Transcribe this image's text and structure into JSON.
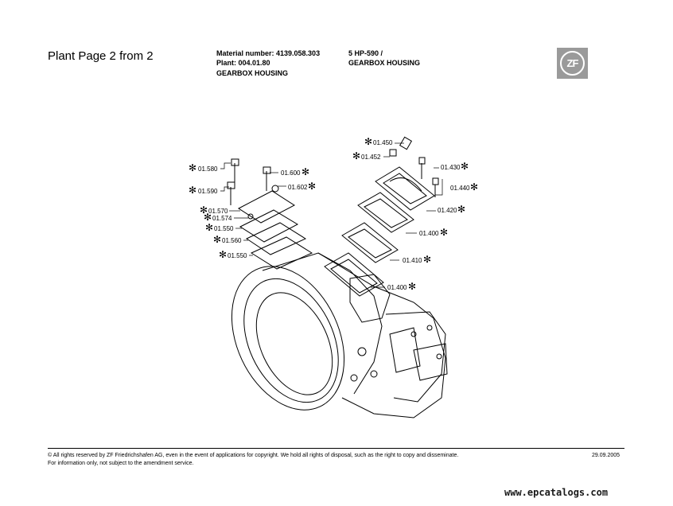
{
  "header": {
    "page_title": "Plant Page 2 from 2",
    "material_line": "Material number: 4139.058.303",
    "plant_line": "Plant: 004.01.80",
    "group_title": "GEARBOX HOUSING",
    "model_line": "5 HP-590 /",
    "model_sub": "GEARBOX HOUSING",
    "logo_text": "ZF"
  },
  "diagram": {
    "marker": "✻",
    "labels": {
      "l01450": "01.450",
      "l01452": "01.452",
      "l01430": "01.430",
      "l01440": "01.440",
      "l01420": "01.420",
      "l01400a": "01.400",
      "l01410": "01.410",
      "l01400b": "01.400",
      "l01580": "01.580",
      "l01600": "01.600",
      "l01602": "01.602",
      "l01590": "01.590",
      "l01570": "01.570",
      "l01574": "01.574",
      "l01550a": "01.550",
      "l01560": "01.560",
      "l01550b": "01.550"
    }
  },
  "footer": {
    "rights": "© All rights reserved by ZF Friedrichshafen AG, even in the event of applications for copyright. We hold all rights of disposal, such as the right to copy and disseminate.",
    "info": "For information only, not subject to the amendment service.",
    "date": "29.09.2005",
    "watermark": "www.epcatalogs.com"
  }
}
